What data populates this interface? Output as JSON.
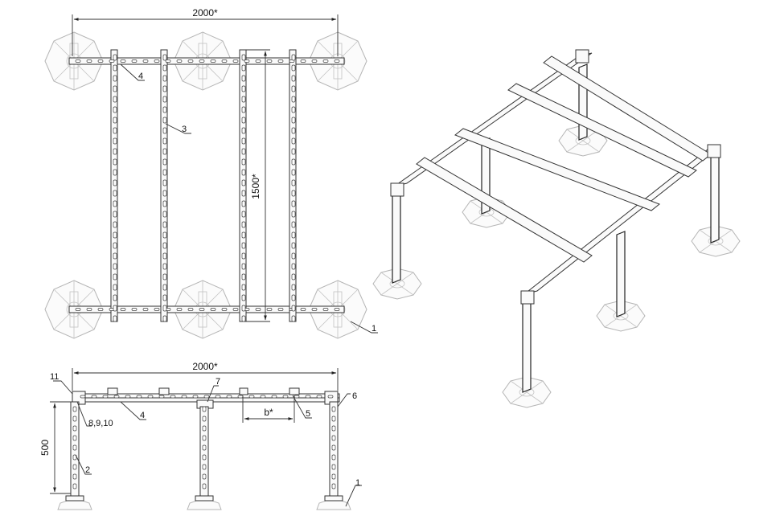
{
  "top_view": {
    "width_dim": "2000*",
    "length_dim": "1500*",
    "callouts": [
      "4",
      "3",
      "1"
    ]
  },
  "side_view": {
    "width_dim": "2000*",
    "height_dim": "500",
    "spacing_dim": "b*",
    "callouts": [
      "11",
      "7",
      "6",
      "8,9,10",
      "4",
      "5",
      "2",
      "1"
    ]
  },
  "colors": {
    "line": "#222222",
    "feet": "#b5b5b5",
    "background": "#ffffff"
  }
}
